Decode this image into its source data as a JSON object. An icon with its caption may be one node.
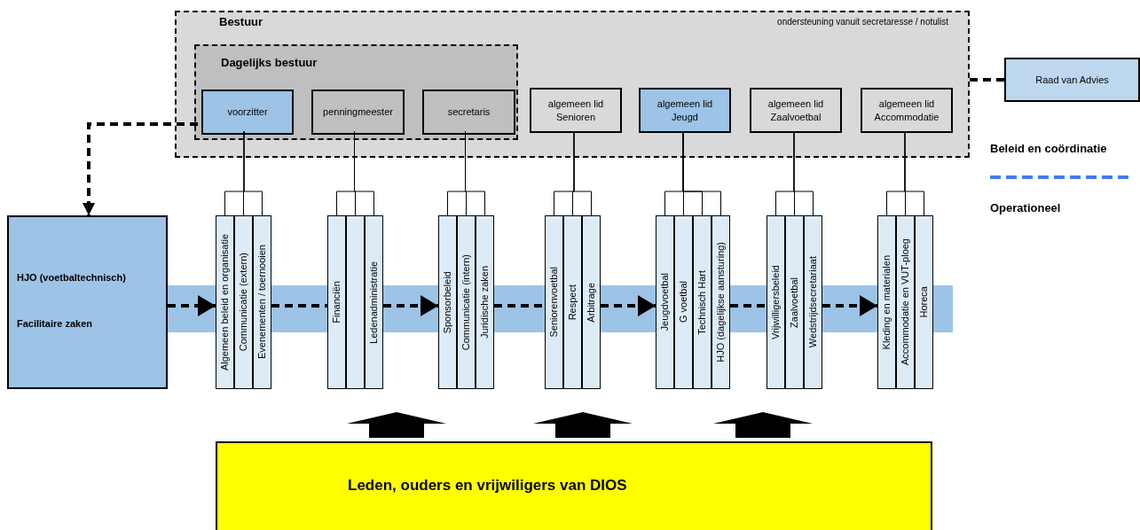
{
  "diagram": {
    "nodes": [
      {
        "text": [
          "Bestuur",
          "ondersteuning vanuit secretaresse / notulist"
        ]
      },
      {
        "text": [
          "Dagelijks bestuur"
        ],
        "in": 0
      },
      {
        "text": [
          "voorzitter"
        ],
        "in": 1
      },
      {
        "text": [
          "penningmeester"
        ],
        "in": 1
      },
      {
        "text": [
          "secretaris"
        ],
        "in": 1
      },
      {
        "text": [
          "algemeen lid Senioren"
        ],
        "in": 0
      },
      {
        "text": [
          "algemeen lid Jeugd"
        ],
        "in": 0
      },
      {
        "text": [
          "algemeen lid Zaalvoetbal"
        ],
        "in": 0
      },
      {
        "text": [
          "algemeen lid Accommodatie"
        ],
        "in": 0
      },
      {
        "text": [
          "Raad van Advies"
        ]
      },
      {
        "text": [
          "HJO (voetbaltechnisch)",
          "Facilitaire zaken"
        ]
      },
      {
        "text": [
          "Algemeen beleid en organisatie"
        ]
      },
      {
        "text": [
          "Communicatie (extern)"
        ]
      },
      {
        "text": [
          "Evenementen / toernooien"
        ]
      },
      {
        "text": [
          "Financiën"
        ]
      },
      {
        "text": [],
        "shape": "box"
      },
      {
        "text": [
          "Ledenadministratie"
        ]
      },
      {
        "text": [
          "Sponsorbeleid"
        ]
      },
      {
        "text": [
          "Communicatie (intern)"
        ]
      },
      {
        "text": [
          "Juridische zaken"
        ]
      },
      {
        "text": [
          "Seniorenvoetbal"
        ]
      },
      {
        "text": [
          "Respect"
        ]
      },
      {
        "text": [
          "Arbitrage"
        ]
      },
      {
        "text": [
          "Jeugdvoetbal"
        ]
      },
      {
        "text": [
          "G voetbal"
        ]
      },
      {
        "text": [
          "Technisch Hart"
        ]
      },
      {
        "text": [
          "HJO (dagelijkse aansturing)"
        ]
      },
      {
        "text": [
          "Vrijwilligersbeleid"
        ]
      },
      {
        "text": [
          "Zaalvoetbal"
        ]
      },
      {
        "text": [
          "Wedstrijdsecretariaat"
        ]
      },
      {
        "text": [
          "Kleding en materialen"
        ]
      },
      {
        "text": [
          "Accommodatie en VUT-ploeg"
        ]
      },
      {
        "text": [
          "Horeca"
        ]
      },
      {
        "text": [
          "Leden, ouders en vrijwiligers van DIOS"
        ]
      }
    ],
    "edges": [
      {
        "from": 2,
        "to": 10,
        "arrow": "to",
        "style": "dashed"
      },
      {
        "from": 0,
        "to": 9,
        "arrow": "none",
        "style": "dashed"
      },
      {
        "from": 2,
        "to": 11,
        "arrow": "none"
      },
      {
        "from": 2,
        "to": 12,
        "arrow": "none"
      },
      {
        "from": 2,
        "to": 13,
        "arrow": "none"
      },
      {
        "from": 3,
        "to": 14,
        "arrow": "none"
      },
      {
        "from": 3,
        "to": 15,
        "arrow": "none"
      },
      {
        "from": 3,
        "to": 16,
        "arrow": "none"
      },
      {
        "from": 4,
        "to": 17,
        "arrow": "none"
      },
      {
        "from": 4,
        "to": 18,
        "arrow": "none"
      },
      {
        "from": 4,
        "to": 19,
        "arrow": "none"
      },
      {
        "from": 5,
        "to": 20,
        "arrow": "none"
      },
      {
        "from": 5,
        "to": 21,
        "arrow": "none"
      },
      {
        "from": 5,
        "to": 22,
        "arrow": "none"
      },
      {
        "from": 6,
        "to": 23,
        "arrow": "none"
      },
      {
        "from": 6,
        "to": 24,
        "arrow": "none"
      },
      {
        "from": 6,
        "to": 25,
        "arrow": "none"
      },
      {
        "from": 6,
        "to": 26,
        "arrow": "none"
      },
      {
        "from": 7,
        "to": 27,
        "arrow": "none"
      },
      {
        "from": 7,
        "to": 28,
        "arrow": "none"
      },
      {
        "from": 7,
        "to": 29,
        "arrow": "none"
      },
      {
        "from": 8,
        "to": 30,
        "arrow": "none"
      },
      {
        "from": 8,
        "to": 31,
        "arrow": "none"
      },
      {
        "from": 8,
        "to": 32,
        "arrow": "none"
      },
      {
        "from": 10,
        "to": 11,
        "arrow": "to",
        "style": "dashed"
      },
      {
        "from": 13,
        "to": 14,
        "arrow": "none",
        "style": "dashed"
      },
      {
        "from": 16,
        "to": 17,
        "arrow": "to",
        "style": "dashed"
      },
      {
        "from": 19,
        "to": 20,
        "arrow": "none",
        "style": "dashed"
      },
      {
        "from": 22,
        "to": 23,
        "arrow": "to",
        "style": "dashed"
      },
      {
        "from": 26,
        "to": 27,
        "arrow": "none",
        "style": "dashed"
      },
      {
        "from": 29,
        "to": 30,
        "arrow": "to",
        "style": "dashed"
      },
      {
        "from": 33,
        "to": null,
        "arrow": "to",
        "style": "thick"
      },
      {
        "from": 33,
        "to": null,
        "arrow": "to",
        "style": "thick"
      },
      {
        "from": 33,
        "to": null,
        "arrow": "to",
        "style": "thick"
      }
    ],
    "legend": [
      {
        "text": "Beleid en coördinatie"
      },
      {
        "text": "Operationeel"
      }
    ]
  }
}
